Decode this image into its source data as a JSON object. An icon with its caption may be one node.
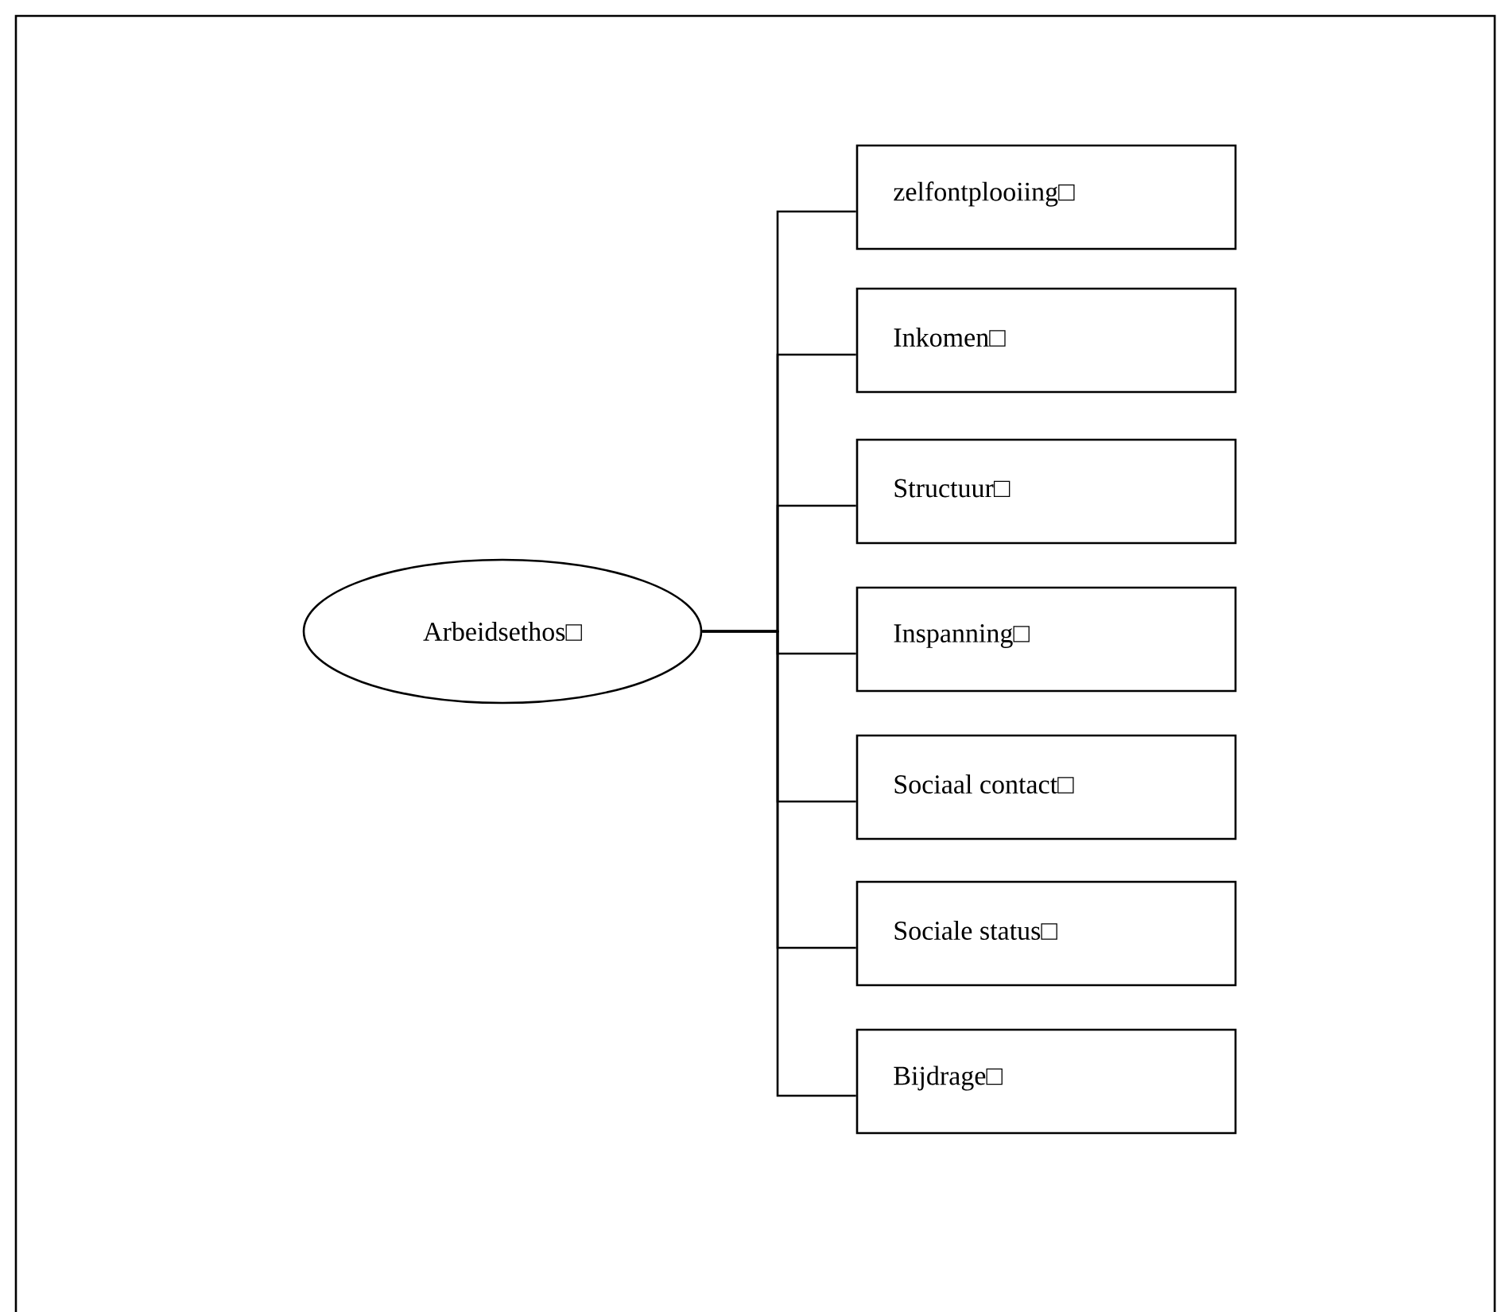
{
  "diagram": {
    "nodes": [
      {
        "text": [
          "Arbeidsethos□"
        ]
      },
      {
        "text": [
          "zelfontplooiing□"
        ]
      },
      {
        "text": [
          "Inkomen□"
        ]
      },
      {
        "text": [
          "Structuur□"
        ]
      },
      {
        "text": [
          "Inspanning□"
        ]
      },
      {
        "text": [
          "Sociaal contact□"
        ]
      },
      {
        "text": [
          "Sociale status□"
        ]
      },
      {
        "text": [
          "Bijdrage□"
        ]
      }
    ],
    "edges": [
      {
        "from": 0,
        "to": 1,
        "arrow": "none"
      },
      {
        "from": 0,
        "to": 2,
        "arrow": "none"
      },
      {
        "from": 0,
        "to": 3,
        "arrow": "none"
      },
      {
        "from": 0,
        "to": 4,
        "arrow": "none"
      },
      {
        "from": 0,
        "to": 5,
        "arrow": "none"
      },
      {
        "from": 0,
        "to": 6,
        "arrow": "none"
      },
      {
        "from": 0,
        "to": 7,
        "arrow": "none"
      }
    ]
  }
}
